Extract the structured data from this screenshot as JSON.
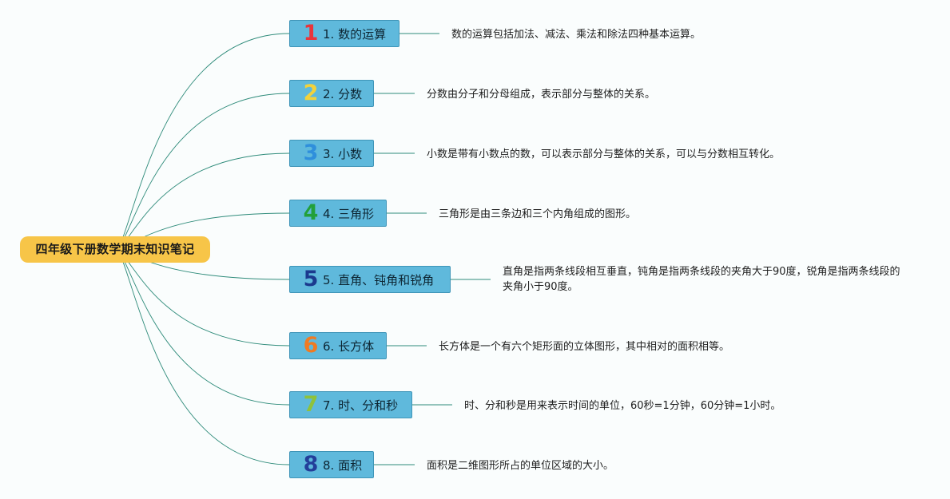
{
  "root": {
    "title": "四年级下册数学期末知识笔记"
  },
  "topics": [
    {
      "number": "1",
      "number_color": "#e8353b",
      "label": "1. 数的运算",
      "desc": "数的运算包括加法、减法、乘法和除法四种基本运算。"
    },
    {
      "number": "2",
      "number_color": "#f3d23a",
      "label": "2. 分数",
      "desc": "分数由分子和分母组成，表示部分与整体的关系。"
    },
    {
      "number": "3",
      "number_color": "#2f8fdc",
      "label": "3. 小数",
      "desc": "小数是带有小数点的数，可以表示部分与整体的关系，可以与分数相互转化。"
    },
    {
      "number": "4",
      "number_color": "#22a03a",
      "label": "4. 三角形",
      "desc": "三角形是由三条边和三个内角组成的图形。"
    },
    {
      "number": "5",
      "number_color": "#1b3a8e",
      "label": "5. 直角、钝角和锐角",
      "desc": "直角是指两条线段相互垂直，钝角是指两条线段的夹角大于90度，锐角是指两条线段的夹角小于90度。"
    },
    {
      "number": "6",
      "number_color": "#f07a22",
      "label": "6. 长方体",
      "desc": "长方体是一个有六个矩形面的立体图形，其中相对的面积相等。"
    },
    {
      "number": "7",
      "number_color": "#8fc23a",
      "label": "7. 时、分和秒",
      "desc": "时、分和秒是用来表示时间的单位，60秒=1分钟，60分钟=1小时。"
    },
    {
      "number": "8",
      "number_color": "#233f9a",
      "label": "8. 面积",
      "desc": "面积是二维图形所占的单位区域的大小。"
    }
  ],
  "colors": {
    "root_fill": "#f7c548",
    "topic_fill": "#5fb9dc",
    "topic_border": "#3f95b8",
    "branch_line": "#2e8b7a"
  }
}
